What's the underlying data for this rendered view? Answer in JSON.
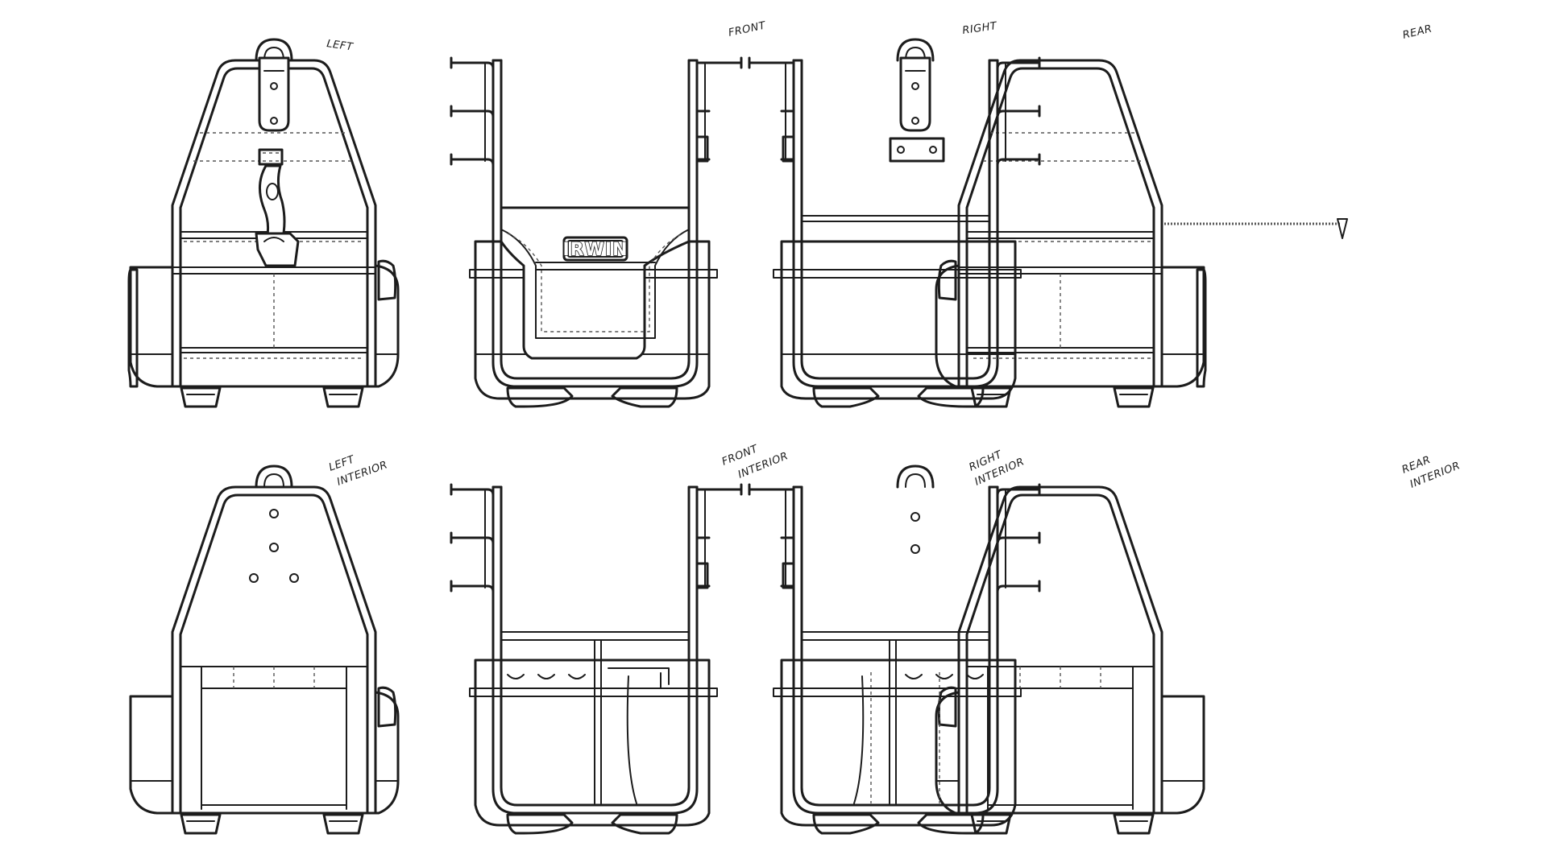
{
  "views": [
    {
      "id": "left",
      "label": "LEFT"
    },
    {
      "id": "front",
      "label": "FRONT"
    },
    {
      "id": "right",
      "label": "RIGHT"
    },
    {
      "id": "rear",
      "label": "REAR"
    },
    {
      "id": "left-interior",
      "label_line1": "LEFT",
      "label_line2": "INTERIOR"
    },
    {
      "id": "front-interior",
      "label_line1": "FRONT",
      "label_line2": "INTERIOR"
    },
    {
      "id": "right-interior",
      "label_line1": "RIGHT",
      "label_line2": "INTERIOR"
    },
    {
      "id": "rear-interior",
      "label_line1": "REAR",
      "label_line2": "INTERIOR"
    }
  ],
  "brand": {
    "logo": "IRWIN"
  },
  "colors": {
    "line": "#1c1c1c",
    "background": "#ffffff"
  }
}
